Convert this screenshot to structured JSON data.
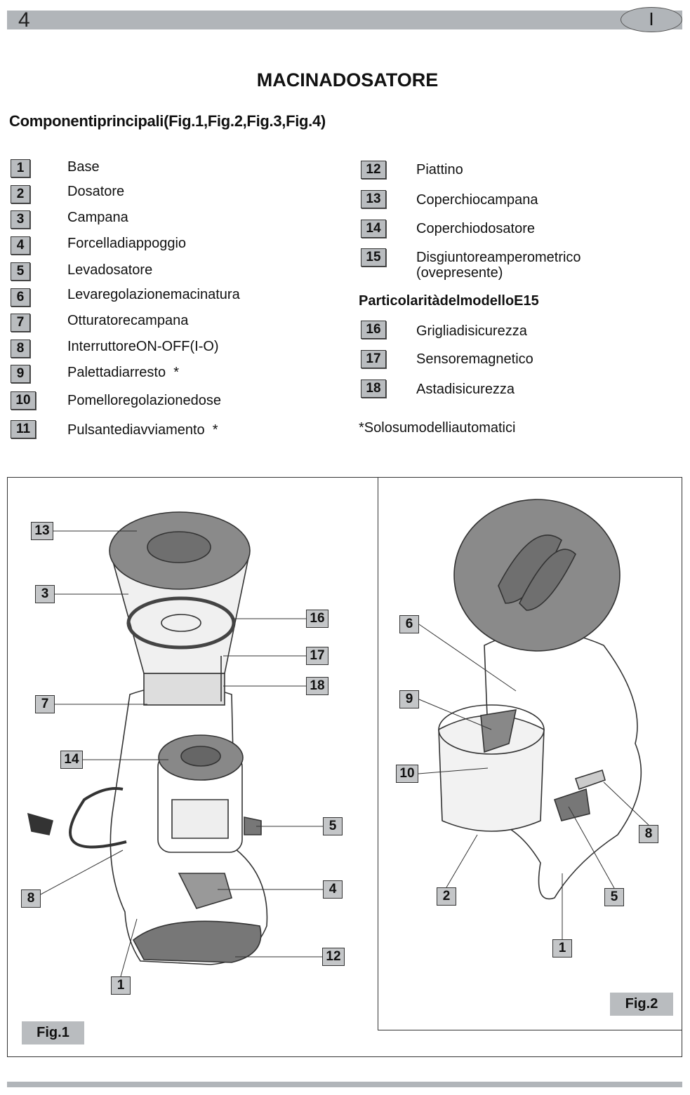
{
  "header": {
    "page_number": "4",
    "language": "I"
  },
  "title": "MACINADOSATORE",
  "subtitle": "Componentiprincipali(Fig.1,Fig.2,Fig.3,Fig.4)",
  "components_left": [
    {
      "n": "1",
      "label": "Base"
    },
    {
      "n": "2",
      "label": "Dosatore"
    },
    {
      "n": "3",
      "label": "Campana"
    },
    {
      "n": "4",
      "label": "Forcelladiappoggio"
    },
    {
      "n": "5",
      "label": "Levadosatore"
    },
    {
      "n": "6",
      "label": "Levaregolazionemacinatura"
    },
    {
      "n": "7",
      "label": "Otturatorecampana"
    },
    {
      "n": "8",
      "label": "InterruttoreON-OFF(I-O)"
    },
    {
      "n": "9",
      "label": "Palettadiarresto  *"
    },
    {
      "n": "10",
      "label": "Pomelloregolazionedose"
    },
    {
      "n": "11",
      "label": "Pulsantediavviamento  *"
    }
  ],
  "components_right": [
    {
      "n": "12",
      "label": "Piattino"
    },
    {
      "n": "13",
      "label": "Coperchiocampana"
    },
    {
      "n": "14",
      "label": "Coperchiodosatore"
    },
    {
      "n": "15",
      "label": "Disgiuntoreamperometrico",
      "label2": "(ovepresente)"
    }
  ],
  "e15_heading": "ParticolaritàdelmodelloE15",
  "components_e15": [
    {
      "n": "16",
      "label": "Grigliadisicurezza"
    },
    {
      "n": "17",
      "label": "Sensoremagnetico"
    },
    {
      "n": "18",
      "label": "Astadisicurezza"
    }
  ],
  "note": "*Solosumodelliautomatici",
  "fig1": {
    "label": "Fig.1",
    "callouts": [
      "13",
      "3",
      "16",
      "17",
      "18",
      "7",
      "14",
      "5",
      "4",
      "8",
      "12",
      "1"
    ]
  },
  "fig2": {
    "label": "Fig.2",
    "callouts": [
      "6",
      "9",
      "10",
      "8",
      "2",
      "5",
      "1"
    ]
  }
}
